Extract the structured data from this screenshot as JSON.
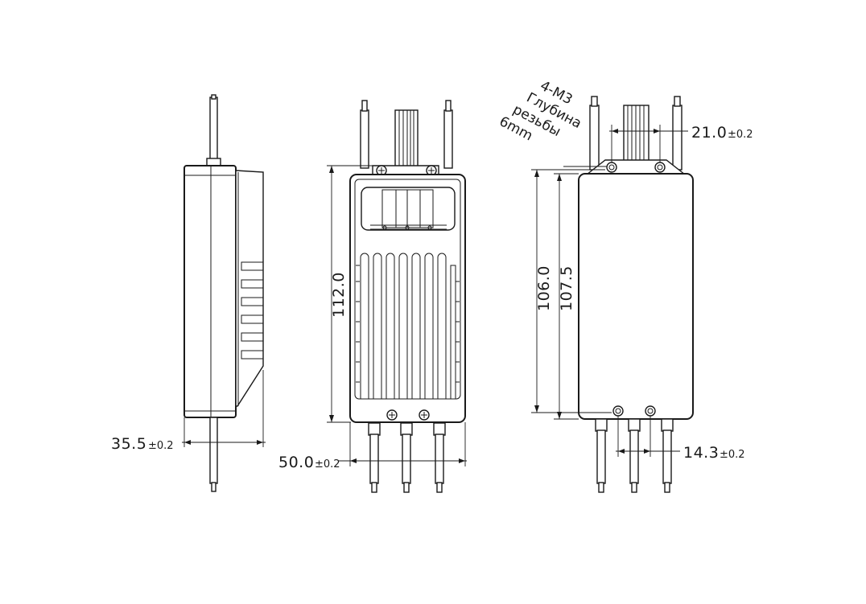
{
  "dimensions": {
    "side_depth": {
      "value": "35.5",
      "tolerance": "±0.2"
    },
    "front_width": {
      "value": "50.0",
      "tolerance": "±0.2"
    },
    "front_height": {
      "value": "112.0"
    },
    "rear_hole_spacing_top": {
      "value": "21.0",
      "tolerance": "±0.2"
    },
    "rear_hole_spacing_bottom": {
      "value": "14.3",
      "tolerance": "±0.2"
    },
    "rear_hole_height": {
      "value": "106.0"
    },
    "rear_body_height": {
      "value": "107.5"
    }
  },
  "thread_note": {
    "line1": "4-M3",
    "line2": "Глубина",
    "line3": "резьбы",
    "line4": "6mm"
  },
  "colors": {
    "line": "#1a1a1a",
    "background": "#ffffff"
  }
}
